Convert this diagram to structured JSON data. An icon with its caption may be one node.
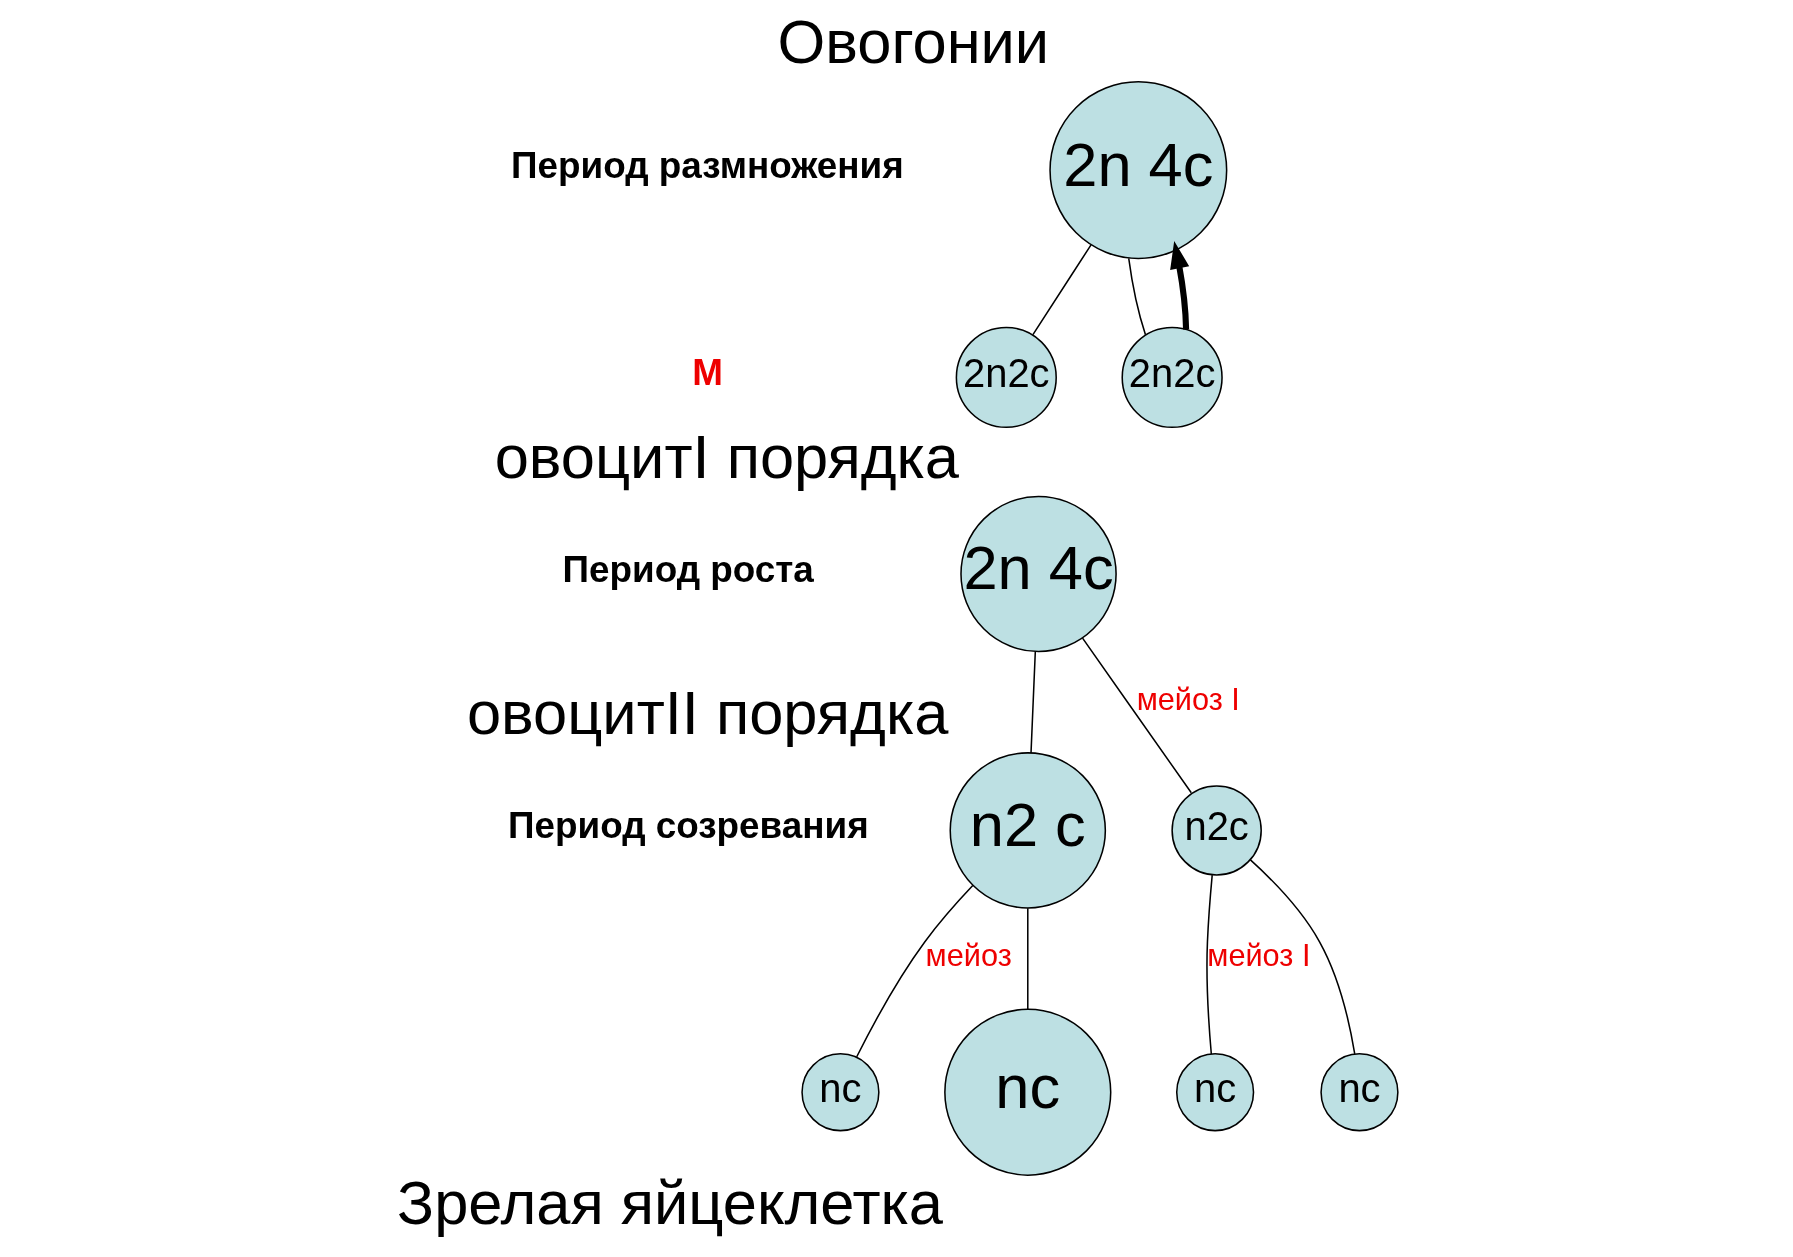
{
  "diagram": {
    "nodes": [
      {
        "text": [
          "2n 4c"
        ],
        "beside": [
          "Овогонии"
        ]
      },
      {
        "text": [
          "2n2c"
        ]
      },
      {
        "text": [
          "2n2c"
        ]
      },
      {
        "text": [
          "2n 4c"
        ],
        "beside": [
          "овоцитI порядка"
        ]
      },
      {
        "text": [
          "n2c"
        ]
      },
      {
        "text": [
          "n2 c"
        ],
        "beside": [
          "овоцитII порядка"
        ]
      },
      {
        "text": [
          "nc"
        ]
      },
      {
        "text": [
          "nc"
        ]
      },
      {
        "text": [
          "nc"
        ]
      },
      {
        "text": [
          "nc"
        ],
        "beside": [
          "Зрелая яйцеклетка"
        ]
      }
    ],
    "edges": [
      {
        "from": 1,
        "to": 0,
        "arrow": "to",
        "style": "thick"
      },
      {
        "from": 0,
        "to": 1,
        "arrow": "none"
      },
      {
        "from": 0,
        "to": 2,
        "arrow": "none"
      },
      {
        "from": 3,
        "to": 4,
        "arrow": "none",
        "label": "мейоз I"
      },
      {
        "from": 3,
        "to": 5,
        "arrow": "none"
      },
      {
        "from": 4,
        "to": 6,
        "arrow": "none",
        "label": "мейоз I"
      },
      {
        "from": 4,
        "to": 7,
        "arrow": "none"
      },
      {
        "from": 5,
        "to": 8,
        "arrow": "none",
        "label": "мейоз"
      },
      {
        "from": 5,
        "to": 9,
        "arrow": "none"
      }
    ],
    "labels": [
      "Период размножения",
      "М",
      "Период роста",
      "Период созревания"
    ]
  }
}
